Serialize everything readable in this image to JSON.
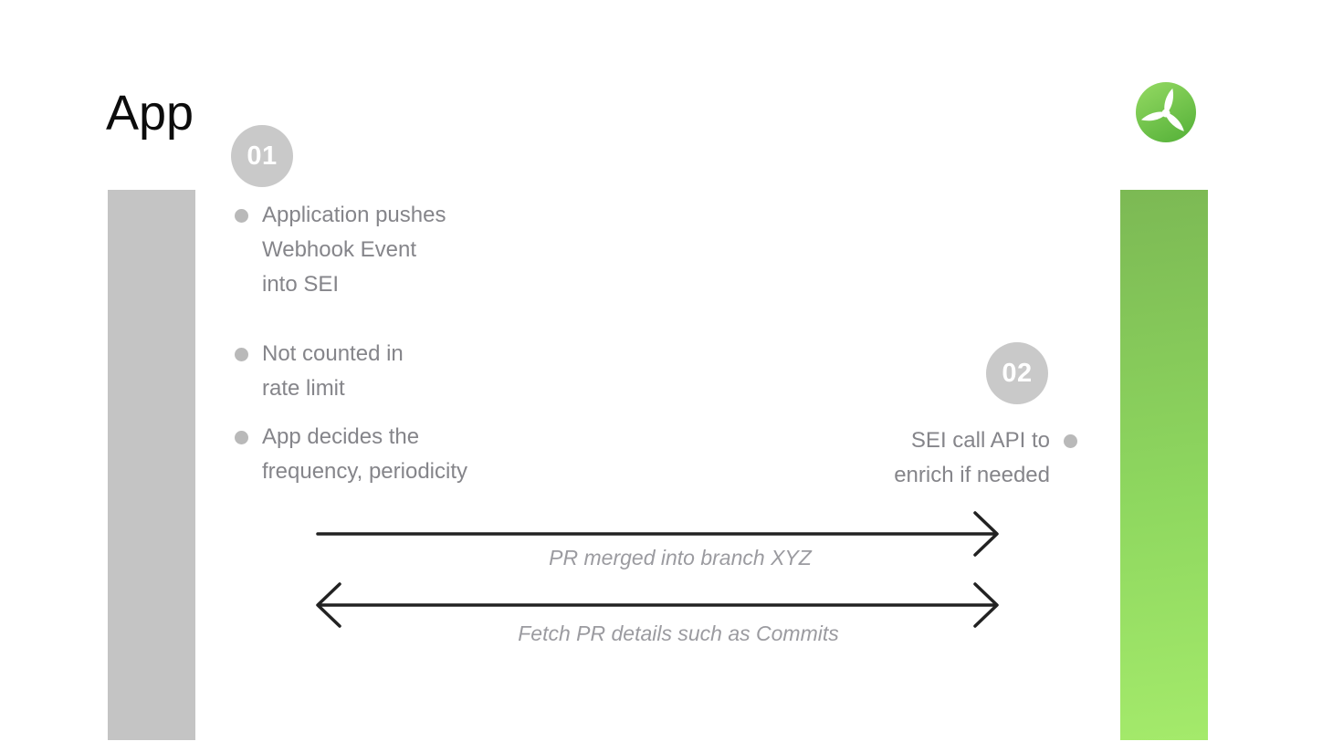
{
  "title": "App",
  "logo": {
    "icon": "propeller-logo",
    "color_top": "#95da63",
    "color_bottom": "#5db63e"
  },
  "bars": {
    "left_color": "#c4c4c4",
    "right_gradient_top": "#7cb954",
    "right_gradient_bottom": "#a4ea6b"
  },
  "step1": {
    "number": "01",
    "bullets": [
      {
        "lines": [
          "Application pushes",
          "Webhook Event",
          "into SEI"
        ]
      },
      {
        "lines": [
          "Not counted in",
          "rate limit"
        ]
      },
      {
        "lines": [
          "App decides the",
          "frequency, periodicity"
        ]
      }
    ]
  },
  "step2": {
    "number": "02",
    "lines": [
      "SEI call API to",
      "enrich if needed"
    ]
  },
  "arrows": [
    {
      "label": "PR merged into branch XYZ",
      "direction": "right"
    },
    {
      "label": "Fetch PR details such as Commits",
      "direction": "both"
    }
  ],
  "colors": {
    "badge_bg": "#c9c9c9",
    "bullet_dot": "#b9b9b9",
    "body_text": "#85858a",
    "arrow_line": "#222222",
    "arrow_label_text": "#9b9ba0",
    "title_text": "#0c0c0c"
  }
}
